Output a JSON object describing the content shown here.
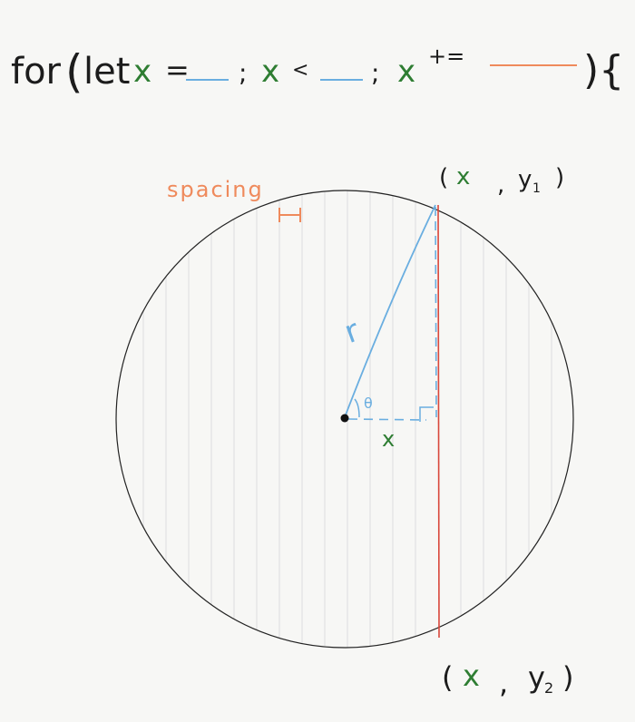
{
  "code": {
    "for_kw": "for",
    "open_paren": "(",
    "let_kw": "let",
    "var": "x",
    "eq": "=",
    "semi": ";",
    "lt": "<",
    "plus_eq": "+=",
    "close": "){"
  },
  "labels": {
    "spacing": "spacing",
    "r": "r",
    "theta": "θ",
    "x": "x",
    "top_open": "(",
    "top_x": "x",
    "top_comma": ",",
    "top_y": "y",
    "top_sub": "1",
    "top_close": ")",
    "bot_open": "(",
    "bot_x": "x",
    "bot_comma": ",",
    "bot_y": "y",
    "bot_sub": "2",
    "bot_close": ")"
  },
  "colors": {
    "ink": "#1c1c1c",
    "green": "#2e7d32",
    "blue": "#6aaee0",
    "orange": "#ef8a5c",
    "red": "#d9473b",
    "ruled": "#dcdcdc"
  }
}
